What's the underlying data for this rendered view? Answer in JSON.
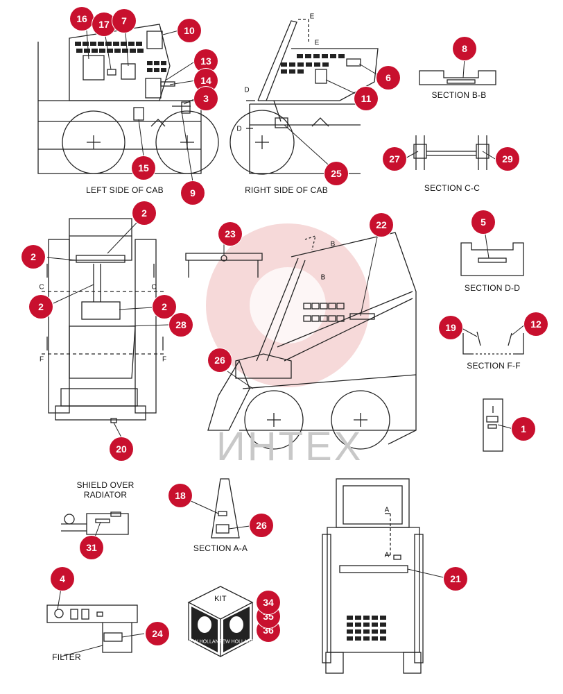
{
  "labels": {
    "left_side": "LEFT SIDE OF CAB",
    "right_side": "RIGHT SIDE OF CAB",
    "section_bb": "SECTION B-B",
    "section_cc": "SECTION C-C",
    "section_dd": "SECTION D-D",
    "section_ff": "SECTION F-F",
    "section_aa": "SECTION A-A",
    "shield_line1": "SHIELD OVER",
    "shield_line2": "RADIATOR",
    "filter": "FILTER",
    "kit": "KIT",
    "brand": "NEW HOLLAND"
  },
  "section_letters": {
    "a": "A",
    "b": "B",
    "c": "C",
    "d": "D",
    "e": "E",
    "f": "F"
  },
  "watermark": "ИНТЕХ",
  "colors": {
    "marker": "#c8102e",
    "watermark": "#f2c9c9",
    "line": "#222222"
  },
  "markers": {
    "m1": "1",
    "m2a": "2",
    "m2b": "2",
    "m2c": "2",
    "m2d": "2",
    "m3": "3",
    "m4": "4",
    "m5": "5",
    "m6": "6",
    "m7": "7",
    "m8": "8",
    "m9": "9",
    "m10": "10",
    "m11": "11",
    "m12": "12",
    "m13": "13",
    "m14": "14",
    "m15": "15",
    "m16": "16",
    "m17": "17",
    "m18": "18",
    "m19": "19",
    "m20": "20",
    "m21": "21",
    "m22": "22",
    "m23": "23",
    "m24": "24",
    "m25": "25",
    "m26a": "26",
    "m26b": "26",
    "m27": "27",
    "m28": "28",
    "m29": "29",
    "m31": "31",
    "m34": "34",
    "m35": "35",
    "m36": "36"
  }
}
